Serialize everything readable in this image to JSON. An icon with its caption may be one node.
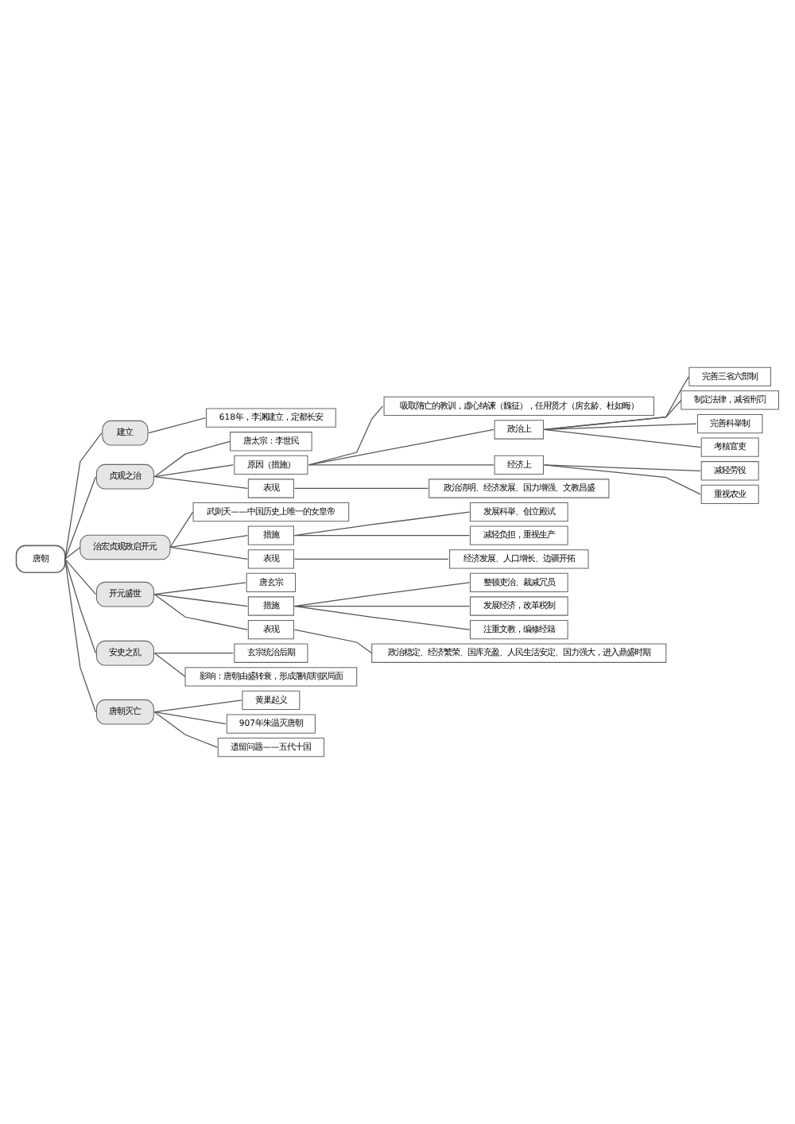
{
  "diagram": {
    "nodes": [
      {
        "text": [
          "唐朝"
        ]
      },
      {
        "text": [
          "建立"
        ]
      },
      {
        "text": [
          "618年，李渊建立，定都长安"
        ]
      },
      {
        "text": [
          "贞观之治"
        ]
      },
      {
        "text": [
          "唐太宗：李世民"
        ]
      },
      {
        "text": [
          "原因（措施）"
        ]
      },
      {
        "text": [
          "吸取隋亡的教训，虚心纳谏（魏征），任用贤才（房玄龄、杜如晦）"
        ]
      },
      {
        "text": [
          "政治上"
        ]
      },
      {
        "text": [
          "完善三省六部制"
        ]
      },
      {
        "text": [
          "制定法律，减省刑罚"
        ]
      },
      {
        "text": [
          "完善科举制"
        ]
      },
      {
        "text": [
          "考核官吏"
        ]
      },
      {
        "text": [
          "经济上"
        ]
      },
      {
        "text": [
          "减轻劳役"
        ]
      },
      {
        "text": [
          "重视农业"
        ]
      },
      {
        "text": [
          "表现"
        ]
      },
      {
        "text": [
          "政治清明、经济发展、国力增强、文教昌盛"
        ]
      },
      {
        "text": [
          "治宏贞观政启开元"
        ]
      },
      {
        "text": [
          "武则天——中国历史上唯一的女皇帝"
        ]
      },
      {
        "text": [
          "措施"
        ]
      },
      {
        "text": [
          "发展科举、创立殿试"
        ]
      },
      {
        "text": [
          "减轻负担，重视生产"
        ]
      },
      {
        "text": [
          "表现"
        ]
      },
      {
        "text": [
          "经济发展、人口增长、边疆开拓"
        ]
      },
      {
        "text": [
          "开元盛世"
        ]
      },
      {
        "text": [
          "唐玄宗"
        ]
      },
      {
        "text": [
          "措施"
        ]
      },
      {
        "text": [
          "整顿吏治、裁减冗员"
        ]
      },
      {
        "text": [
          "发展经济，改革税制"
        ]
      },
      {
        "text": [
          "注重文教，编修经籍"
        ]
      },
      {
        "text": [
          "表现"
        ]
      },
      {
        "text": [
          "政治稳定、经济繁荣、国库充盈、人民生活安定、国力强大，进入鼎盛时期"
        ]
      },
      {
        "text": [
          "安史之乱"
        ]
      },
      {
        "text": [
          "玄宗统治后期"
        ]
      },
      {
        "text": [
          "影响：唐朝由盛转衰，形成藩镇割据局面"
        ]
      },
      {
        "text": [
          "唐朝灭亡"
        ]
      },
      {
        "text": [
          "黄巢起义"
        ]
      },
      {
        "text": [
          "907年朱温灭唐朝"
        ]
      },
      {
        "text": [
          "遗留问题——五代十国"
        ]
      }
    ],
    "edges": [
      {
        "from": 0,
        "to": 1,
        "arrow": "none"
      },
      {
        "from": 1,
        "to": 2,
        "arrow": "none"
      },
      {
        "from": 0,
        "to": 3,
        "arrow": "none"
      },
      {
        "from": 3,
        "to": 4,
        "arrow": "none"
      },
      {
        "from": 3,
        "to": 5,
        "arrow": "none"
      },
      {
        "from": 5,
        "to": 6,
        "arrow": "none"
      },
      {
        "from": 5,
        "to": 7,
        "arrow": "none"
      },
      {
        "from": 7,
        "to": 8,
        "arrow": "none"
      },
      {
        "from": 7,
        "to": 9,
        "arrow": "none"
      },
      {
        "from": 7,
        "to": 10,
        "arrow": "none"
      },
      {
        "from": 7,
        "to": 11,
        "arrow": "none"
      },
      {
        "from": 5,
        "to": 12,
        "arrow": "none"
      },
      {
        "from": 12,
        "to": 13,
        "arrow": "none"
      },
      {
        "from": 12,
        "to": 14,
        "arrow": "none"
      },
      {
        "from": 3,
        "to": 15,
        "arrow": "none"
      },
      {
        "from": 15,
        "to": 16,
        "arrow": "none"
      },
      {
        "from": 0,
        "to": 17,
        "arrow": "none"
      },
      {
        "from": 17,
        "to": 18,
        "arrow": "none"
      },
      {
        "from": 17,
        "to": 19,
        "arrow": "none"
      },
      {
        "from": 19,
        "to": 20,
        "arrow": "none"
      },
      {
        "from": 19,
        "to": 21,
        "arrow": "none"
      },
      {
        "from": 17,
        "to": 22,
        "arrow": "none"
      },
      {
        "from": 22,
        "to": 23,
        "arrow": "none"
      },
      {
        "from": 0,
        "to": 24,
        "arrow": "none"
      },
      {
        "from": 24,
        "to": 25,
        "arrow": "none"
      },
      {
        "from": 24,
        "to": 26,
        "arrow": "none"
      },
      {
        "from": 26,
        "to": 27,
        "arrow": "none"
      },
      {
        "from": 26,
        "to": 28,
        "arrow": "none"
      },
      {
        "from": 26,
        "to": 29,
        "arrow": "none"
      },
      {
        "from": 24,
        "to": 30,
        "arrow": "none"
      },
      {
        "from": 30,
        "to": 31,
        "arrow": "none"
      },
      {
        "from": 0,
        "to": 32,
        "arrow": "none"
      },
      {
        "from": 32,
        "to": 33,
        "arrow": "none"
      },
      {
        "from": 32,
        "to": 34,
        "arrow": "none"
      },
      {
        "from": 0,
        "to": 35,
        "arrow": "none"
      },
      {
        "from": 35,
        "to": 36,
        "arrow": "none"
      },
      {
        "from": 35,
        "to": 37,
        "arrow": "none"
      },
      {
        "from": 35,
        "to": 38,
        "arrow": "none"
      }
    ]
  }
}
